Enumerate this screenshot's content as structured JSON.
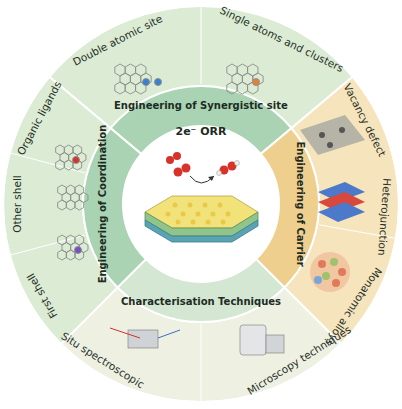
{
  "diagram": {
    "nodes": [
      {
        "text": [
          "Engineering of Synergistic site"
        ]
      },
      {
        "text": [
          "Engineering of Carrier"
        ]
      },
      {
        "text": [
          "Characterisation Techniques"
        ]
      },
      {
        "text": [
          "Engineering of Coordination"
        ]
      },
      {
        "text": [
          "2e⁻ ORR"
        ]
      }
    ],
    "labels": [
      "Double atomic site",
      "Single atoms and clusters",
      "Vacancy defect",
      "Heterojunction",
      "Monatomic alloys",
      "Microscopy techniques",
      "Situ spectroscopic",
      "First shell",
      "Other shell",
      "Organic ligands"
    ]
  }
}
